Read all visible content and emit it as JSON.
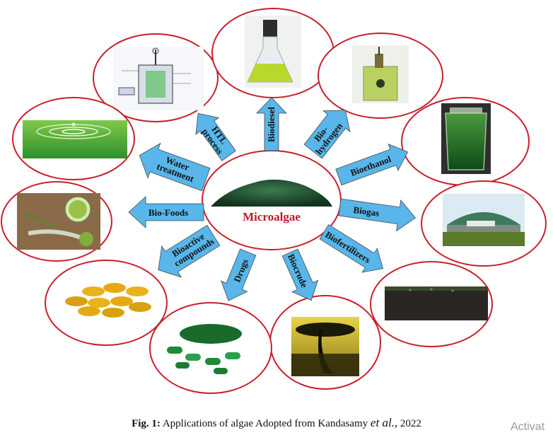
{
  "center": {
    "label": "Microalgae"
  },
  "applications": [
    {
      "id": "biodiesel",
      "label": "Biodiesel",
      "icon": "biodiesel-flask-image"
    },
    {
      "id": "biohydrogen",
      "label": "Bio-hydrogen",
      "icon": "hydrogen-reactor-image"
    },
    {
      "id": "bioethanol",
      "label": "Bioethanol",
      "icon": "green-glass-image"
    },
    {
      "id": "biogas",
      "label": "Biogas",
      "icon": "biogas-digester-image"
    },
    {
      "id": "biofertilizers",
      "label": "Biofertilizers",
      "icon": "soil-image"
    },
    {
      "id": "biocrude",
      "label": "Biocrude",
      "icon": "crude-oil-image"
    },
    {
      "id": "drugs",
      "label": "Drugs",
      "icon": "capsules-image"
    },
    {
      "id": "bioactive",
      "label": "Bioactive compounds",
      "icon": "softgel-image"
    },
    {
      "id": "biofoods",
      "label": "Bio-Foods",
      "icon": "green-powder-food-image"
    },
    {
      "id": "water",
      "label": "Water treatment",
      "icon": "water-ripple-image"
    },
    {
      "id": "htl",
      "label": "HTL process",
      "icon": "htl-reactor-image"
    }
  ],
  "caption": {
    "fig": "Fig. 1:",
    "text": "Applications of algae Adopted from Kandasamy",
    "etal": "et al.,",
    "year": "2022"
  },
  "watermark": "Activat",
  "colors": {
    "arrow": "#58b6ea",
    "ellipse": "#c8202c",
    "center_text": "#c0182a"
  }
}
